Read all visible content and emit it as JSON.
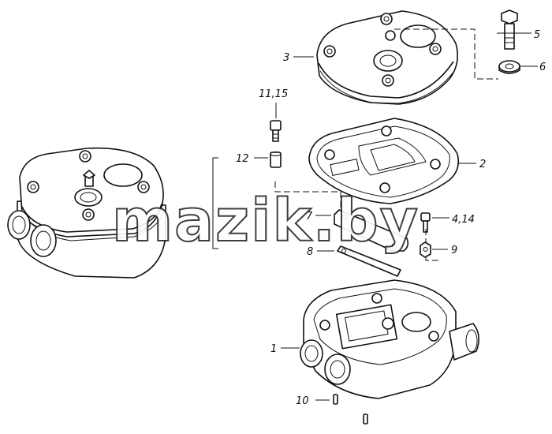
{
  "parts": [
    {
      "id": "p1",
      "label": "1"
    },
    {
      "id": "p2",
      "label": "2"
    },
    {
      "id": "p3",
      "label": "3"
    },
    {
      "id": "p4",
      "label": "4,14"
    },
    {
      "id": "p5",
      "label": "5"
    },
    {
      "id": "p6",
      "label": "6"
    },
    {
      "id": "p7",
      "label": "7"
    },
    {
      "id": "p8",
      "label": "8"
    },
    {
      "id": "p9",
      "label": "9"
    },
    {
      "id": "p10",
      "label": "10"
    },
    {
      "id": "p11",
      "label": "11,15"
    },
    {
      "id": "p12",
      "label": "12"
    }
  ],
  "watermark": "mazik.by"
}
